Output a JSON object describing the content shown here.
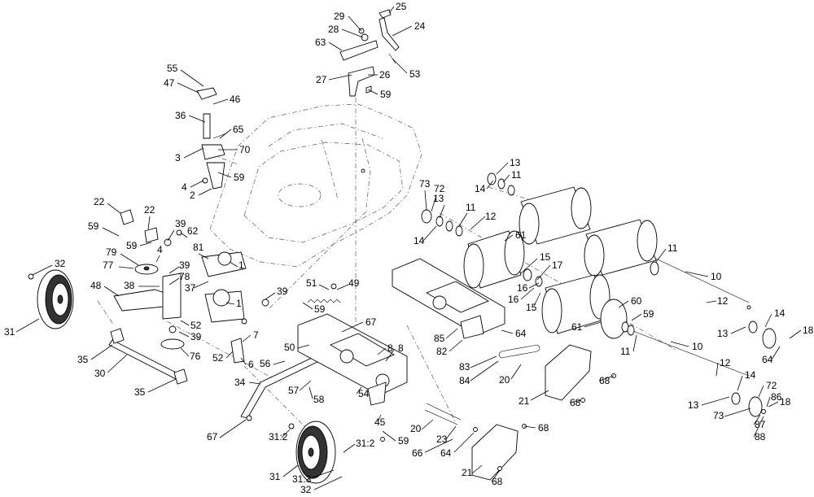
{
  "callouts": [
    {
      "id": "c1",
      "text": "25"
    },
    {
      "id": "c2",
      "text": "29"
    },
    {
      "id": "c3",
      "text": "28"
    },
    {
      "id": "c4",
      "text": "24"
    },
    {
      "id": "c5",
      "text": "63"
    },
    {
      "id": "c6",
      "text": "53"
    },
    {
      "id": "c7",
      "text": "27"
    },
    {
      "id": "c8",
      "text": "26"
    },
    {
      "id": "c9",
      "text": "59"
    },
    {
      "id": "c10",
      "text": "55"
    },
    {
      "id": "c11",
      "text": "47"
    },
    {
      "id": "c12",
      "text": "46"
    },
    {
      "id": "c13",
      "text": "36"
    },
    {
      "id": "c14",
      "text": "65"
    },
    {
      "id": "c15",
      "text": "70"
    },
    {
      "id": "c16",
      "text": "3"
    },
    {
      "id": "c17",
      "text": "59"
    },
    {
      "id": "c18",
      "text": "4"
    },
    {
      "id": "c19",
      "text": "2"
    },
    {
      "id": "c20",
      "text": "13"
    },
    {
      "id": "c21",
      "text": "11"
    },
    {
      "id": "c22",
      "text": "14"
    },
    {
      "id": "c23",
      "text": "73"
    },
    {
      "id": "c24",
      "text": "72"
    },
    {
      "id": "c25",
      "text": "13"
    },
    {
      "id": "c26",
      "text": "11"
    },
    {
      "id": "c27",
      "text": "12"
    },
    {
      "id": "c28",
      "text": "14"
    },
    {
      "id": "c29",
      "text": "22"
    },
    {
      "id": "c30",
      "text": "22"
    },
    {
      "id": "c31",
      "text": "39"
    },
    {
      "id": "c32",
      "text": "62"
    },
    {
      "id": "c33",
      "text": "59"
    },
    {
      "id": "c34",
      "text": "59"
    },
    {
      "id": "c35",
      "text": "4"
    },
    {
      "id": "c36",
      "text": "61"
    },
    {
      "id": "c37",
      "text": "32"
    },
    {
      "id": "c38",
      "text": "79"
    },
    {
      "id": "c39",
      "text": "81"
    },
    {
      "id": "c40",
      "text": "77"
    },
    {
      "id": "c41",
      "text": "39"
    },
    {
      "id": "c42",
      "text": "1"
    },
    {
      "id": "c43",
      "text": "78"
    },
    {
      "id": "c44",
      "text": "37"
    },
    {
      "id": "c45",
      "text": "48"
    },
    {
      "id": "c46",
      "text": "38"
    },
    {
      "id": "c47",
      "text": "51"
    },
    {
      "id": "c48",
      "text": "49"
    },
    {
      "id": "c49",
      "text": "39"
    },
    {
      "id": "c50",
      "text": "59"
    },
    {
      "id": "c51",
      "text": "1"
    },
    {
      "id": "c52",
      "text": "11"
    },
    {
      "id": "c53",
      "text": "10"
    },
    {
      "id": "c54",
      "text": "15"
    },
    {
      "id": "c55",
      "text": "17"
    },
    {
      "id": "c56",
      "text": "16"
    },
    {
      "id": "c57",
      "text": "16"
    },
    {
      "id": "c58",
      "text": "15"
    },
    {
      "id": "c59",
      "text": "12"
    },
    {
      "id": "c60",
      "text": "31"
    },
    {
      "id": "c61",
      "text": "52"
    },
    {
      "id": "c62",
      "text": "39"
    },
    {
      "id": "c63",
      "text": "76"
    },
    {
      "id": "c64",
      "text": "7"
    },
    {
      "id": "c65",
      "text": "52"
    },
    {
      "id": "c66",
      "text": "6"
    },
    {
      "id": "c67",
      "text": "67"
    },
    {
      "id": "c68",
      "text": "50"
    },
    {
      "id": "c69",
      "text": "56"
    },
    {
      "id": "c70",
      "text": "8"
    },
    {
      "id": "c71",
      "text": "85"
    },
    {
      "id": "c72",
      "text": "82"
    },
    {
      "id": "c73",
      "text": "64"
    },
    {
      "id": "c74",
      "text": "83"
    },
    {
      "id": "c75",
      "text": "84"
    },
    {
      "id": "c76",
      "text": "60"
    },
    {
      "id": "c77",
      "text": "59"
    },
    {
      "id": "c78",
      "text": "61"
    },
    {
      "id": "c79",
      "text": "14"
    },
    {
      "id": "c80",
      "text": "13"
    },
    {
      "id": "c81",
      "text": "18"
    },
    {
      "id": "c82",
      "text": "64"
    },
    {
      "id": "c83",
      "text": "11"
    },
    {
      "id": "c84",
      "text": "10"
    },
    {
      "id": "c85",
      "text": "35"
    },
    {
      "id": "c86",
      "text": "30"
    },
    {
      "id": "c87",
      "text": "35"
    },
    {
      "id": "c88",
      "text": "34"
    },
    {
      "id": "c89",
      "text": "57"
    },
    {
      "id": "c90",
      "text": "58"
    },
    {
      "id": "c91",
      "text": "54"
    },
    {
      "id": "c92",
      "text": "8"
    },
    {
      "id": "c93",
      "text": "20"
    },
    {
      "id": "c94",
      "text": "21"
    },
    {
      "id": "c95",
      "text": "68"
    },
    {
      "id": "c96",
      "text": "68"
    },
    {
      "id": "c97",
      "text": "12"
    },
    {
      "id": "c98",
      "text": "14"
    },
    {
      "id": "c99",
      "text": "72"
    },
    {
      "id": "c100",
      "text": "18"
    },
    {
      "id": "c101",
      "text": "13"
    },
    {
      "id": "c102",
      "text": "73"
    },
    {
      "id": "c103",
      "text": "86"
    },
    {
      "id": "c104",
      "text": "87"
    },
    {
      "id": "c105",
      "text": "88"
    },
    {
      "id": "c106",
      "text": "67"
    },
    {
      "id": "c107",
      "text": "31:2"
    },
    {
      "id": "c108",
      "text": "45"
    },
    {
      "id": "c109",
      "text": "59"
    },
    {
      "id": "c110",
      "text": "20"
    },
    {
      "id": "c111",
      "text": "23"
    },
    {
      "id": "c112",
      "text": "66"
    },
    {
      "id": "c113",
      "text": "64"
    },
    {
      "id": "c114",
      "text": "68"
    },
    {
      "id": "c115",
      "text": "31:2"
    },
    {
      "id": "c116",
      "text": "31"
    },
    {
      "id": "c117",
      "text": "31:3"
    },
    {
      "id": "c118",
      "text": "21"
    },
    {
      "id": "c119",
      "text": "68"
    },
    {
      "id": "c120",
      "text": "32"
    }
  ]
}
